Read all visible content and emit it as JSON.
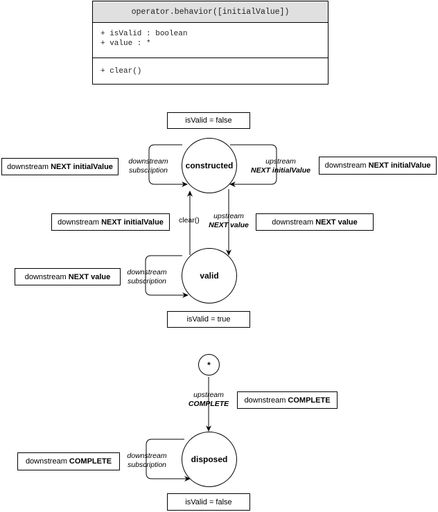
{
  "uml": {
    "title": "operator.behavior([initialValue])",
    "attributes": [
      "+ isValid : boolean",
      "+ value : *"
    ],
    "operations": [
      "+ clear()"
    ]
  },
  "states": {
    "constructed": "constructed",
    "valid": "valid",
    "disposed": "disposed",
    "any": "*"
  },
  "notes": {
    "constructed_isvalid": "isValid = false",
    "valid_isvalid": "isValid = true",
    "disposed_isvalid": "isValid = false",
    "left_top": {
      "prefix": "downstream ",
      "bold": "NEXT initialValue"
    },
    "right_top": {
      "prefix": "downstream ",
      "bold": "NEXT initialValue"
    },
    "mid_left": {
      "prefix": "downstream ",
      "bold": "NEXT initialValue"
    },
    "mid_right": {
      "prefix": "downstream ",
      "bold": "NEXT value"
    },
    "valid_left": {
      "prefix": "downstream ",
      "bold": "NEXT value"
    },
    "complete_right": {
      "prefix": "downstream ",
      "bold": "COMPLETE"
    },
    "disposed_left": {
      "prefix": "downstream ",
      "bold": "COMPLETE"
    }
  },
  "edge_labels": {
    "constructed_self_left": [
      "downstream",
      "subscription"
    ],
    "constructed_self_right": [
      "upstream",
      "NEXT initialValue"
    ],
    "clear": "clear()",
    "upstream_next_value": [
      "upstream",
      "NEXT value"
    ],
    "valid_self_left": [
      "downstream",
      "subscription"
    ],
    "upstream_complete": [
      "upstream",
      "COMPLETE"
    ],
    "disposed_self_left": [
      "downstream",
      "subscription"
    ]
  }
}
